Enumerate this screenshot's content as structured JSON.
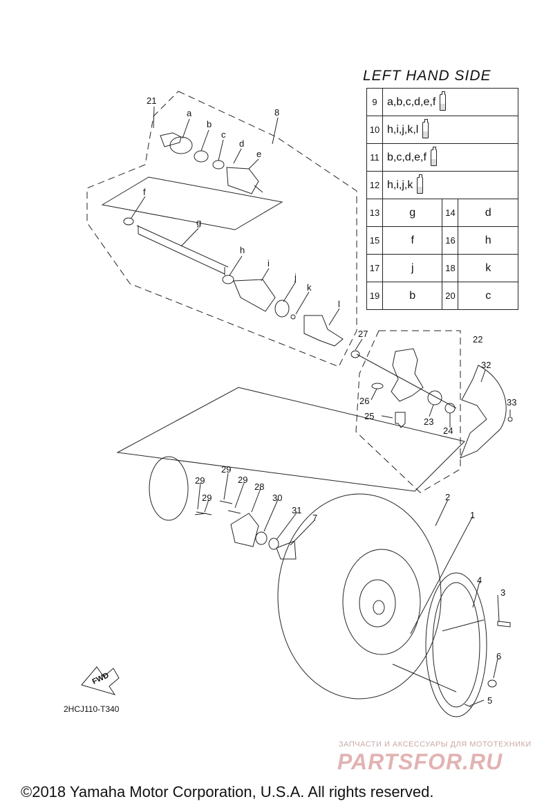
{
  "lhs_table": {
    "title": "LEFT HAND SIDE",
    "rows": [
      {
        "num": "9",
        "value": "a,b,c,d,e,f",
        "icon": "grease-tube-icon"
      },
      {
        "num": "10",
        "value": "h,i,j,k,l",
        "icon": "grease-tube-icon"
      },
      {
        "num": "11",
        "value": "b,c,d,e,f",
        "icon": "grease-tube-icon"
      },
      {
        "num": "12",
        "value": "h,i,j,k",
        "icon": "grease-tube-icon"
      }
    ],
    "pairs": [
      [
        {
          "num": "13",
          "value": "g"
        },
        {
          "num": "14",
          "value": "d"
        }
      ],
      [
        {
          "num": "15",
          "value": "f"
        },
        {
          "num": "16",
          "value": "h"
        }
      ],
      [
        {
          "num": "17",
          "value": "j"
        },
        {
          "num": "18",
          "value": "k"
        }
      ],
      [
        {
          "num": "19",
          "value": "b"
        },
        {
          "num": "20",
          "value": "c"
        }
      ]
    ]
  },
  "callouts": {
    "c21": "21",
    "c8": "8",
    "ca": "a",
    "cb": "b",
    "cc": "c",
    "cd": "d",
    "ce": "e",
    "cf": "f",
    "cg": "g",
    "ch": "h",
    "ci": "i",
    "cj": "j",
    "ck": "k",
    "cl": "l",
    "c27": "27",
    "c22": "22",
    "c32": "32",
    "c26": "26",
    "c25": "25",
    "c23": "23",
    "c24": "24",
    "c33": "33",
    "c29a": "29",
    "c29b": "29",
    "c29c": "29",
    "c29d": "29",
    "c28": "28",
    "c30": "30",
    "c31": "31",
    "c7": "7",
    "c2": "2",
    "c1": "1",
    "c4": "4",
    "c3": "3",
    "c6": "6",
    "c5": "5"
  },
  "fwd_label": "FWD",
  "diagram_code": "2HCJ110-T340",
  "watermark": {
    "tagline": "ЗАПЧАСТИ И АКСЕССУАРЫ ДЛЯ МОТОТЕХНИКИ",
    "brand": "PARTSFOR.RU"
  },
  "copyright": "©2018 Yamaha Motor Corporation, U.S.A. All rights reserved.",
  "colors": {
    "line": "#222222",
    "watermark": "#e2b3b3"
  }
}
